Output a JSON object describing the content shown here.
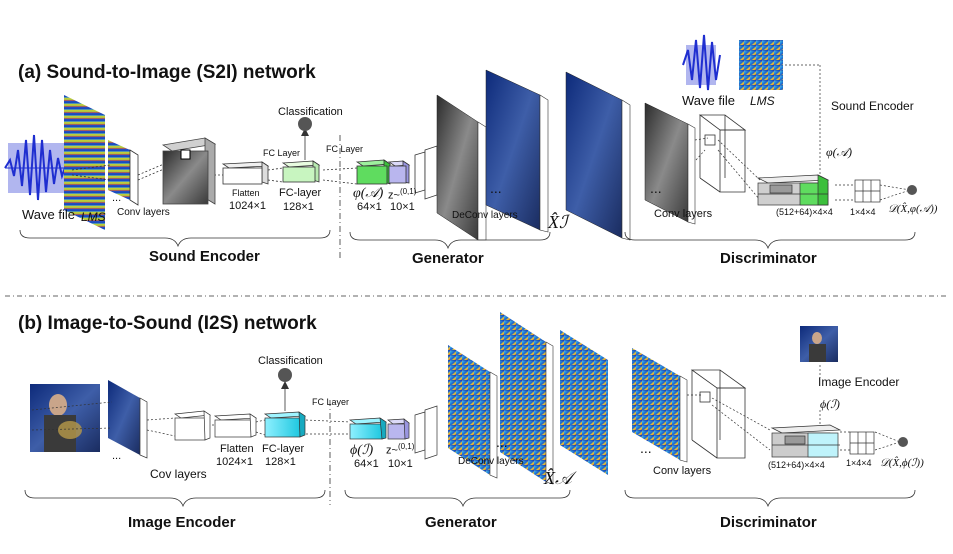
{
  "s2i": {
    "title": "(a) Sound-to-Image (S2I) network",
    "wave_file": "Wave file",
    "lms": "LMS",
    "dots": "...",
    "conv_layers": "Conv layers",
    "flatten": "Flatten",
    "flatten_dim": "1024×1",
    "fc_layer_1": "FC Layer",
    "fc_layer_2": "FC Layer",
    "classification": "Classification",
    "fc_block": "FC-layer",
    "fc_dim": "128×1",
    "phi": "φ(𝒜)",
    "phi_dim": "64×1",
    "z": "z~",
    "z_range": "(0,1)",
    "z_dim": "10×1",
    "deconv_layers": "DeConv layers",
    "xhat": "X̂ℐ",
    "disc_conv_layers": "Conv layers",
    "disc_wave_file": "Wave file",
    "disc_lms": "LMS",
    "sound_encoder_small": "Sound Encoder",
    "phi_disc": "φ(𝒜)",
    "concat_dim": "(512+64)×4×4",
    "out_dim": "1×4×4",
    "d_out": "𝒟(X̂,φ(𝒜))",
    "group_sound_encoder": "Sound Encoder",
    "group_generator": "Generator",
    "group_discriminator": "Discriminator"
  },
  "i2s": {
    "title": "(b) Image-to-Sound (I2S) network",
    "conv_layers": "Cov layers",
    "flatten": "Flatten",
    "flatten_dim": "1024×1",
    "classification": "Classification",
    "fc_layer": "FC Layer",
    "fc_block": "FC-layer",
    "fc_dim": "128×1",
    "phi": "ϕ(ℐ)",
    "phi_dim": "64×1",
    "z": "z~",
    "z_range": "(0,1)",
    "z_dim": "10×1",
    "deconv_layers": "DeConv layers",
    "dots": "...",
    "xhat": "X̂𝒜",
    "disc_conv_layers": "Conv layers",
    "image_encoder_small": "Image Encoder",
    "phi_disc": "ϕ(ℐ)",
    "concat_dim": "(512+64)×4×4",
    "out_dim": "1×4×4",
    "d_out": "𝒟(X̂,ϕ(ℐ))",
    "group_image_encoder": "Image Encoder",
    "group_generator": "Generator",
    "group_discriminator": "Discriminator"
  },
  "colors": {
    "wave": "#1f2fd0",
    "green": "#5fdc5f",
    "light_green": "#c8f5c0",
    "cyan": "#29d6ea",
    "lavender": "#b9b6ee",
    "dark_node": "#555555"
  }
}
